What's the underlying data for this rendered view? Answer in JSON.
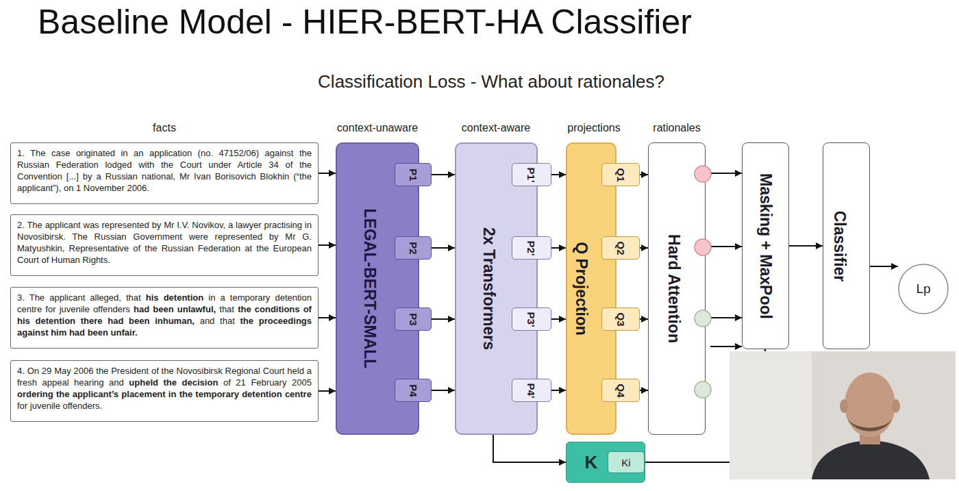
{
  "diagram": {
    "title": "Baseline Model - HIER-BERT-HA Classifier",
    "nodes": [
      {
        "text": [
          "1. The case originated in an application (no. 47152/06) against the Russian Federation lodged with the Court under Article 34 of the Convention [...] by a Russian national, Mr Ivan Borisovich Blokhin (“the applicant”), on 1 November 2006."
        ]
      },
      {
        "text": [
          "2. The applicant was represented by Mr I.V. Novikov, a lawyer practising in Novosibirsk. The Russian Government were represented by Mr G. Matyushkin, Representative of the Russian Federation at the European Court of Human Rights."
        ]
      },
      {
        "text": [
          "3. The applicant alleged, that his detention in a temporary detention centre for juvenile offenders had been unlawful, that the conditions of his detention there had been inhuman, and that the proceedings against him had been unfair."
        ]
      },
      {
        "text": [
          "4. On 29 May 2006 the President of the Novosibirsk Regional Court held a fresh appeal hearing and upheld the decision of 21 February 2005 ordering the applicant’s placement in the temporary detention centre for juvenile offenders."
        ]
      },
      {
        "text": [
          "LEGAL-BERT-SMALL"
        ]
      },
      {
        "text": [
          "P1"
        ],
        "in": 4
      },
      {
        "text": [
          "P2"
        ],
        "in": 4
      },
      {
        "text": [
          "P3"
        ],
        "in": 4
      },
      {
        "text": [
          "P4"
        ],
        "in": 4
      },
      {
        "text": [
          "2x Transformers"
        ]
      },
      {
        "text": [
          "P1'"
        ],
        "in": 9
      },
      {
        "text": [
          "P2'"
        ],
        "in": 9
      },
      {
        "text": [
          "P3'"
        ],
        "in": 9
      },
      {
        "text": [
          "P4'"
        ],
        "in": 9
      },
      {
        "text": [
          "Q Projection"
        ]
      },
      {
        "text": [
          "Q1"
        ],
        "in": 14
      },
      {
        "text": [
          "Q2"
        ],
        "in": 14
      },
      {
        "text": [
          "Q3"
        ],
        "in": 14
      },
      {
        "text": [
          "Q4"
        ],
        "in": 14
      },
      {
        "text": [
          "Hard Attention"
        ]
      },
      {
        "text": [
          "Masking + MaxPool"
        ]
      },
      {
        "text": [
          "Classifier"
        ]
      },
      {
        "text": [
          "Lp"
        ]
      },
      {
        "text": [
          "K"
        ]
      },
      {
        "text": [
          "Ki"
        ],
        "in": 23
      }
    ],
    "edges": [
      {
        "from": 0,
        "to": 4,
        "arrow": "to"
      },
      {
        "from": 1,
        "to": 4,
        "arrow": "to"
      },
      {
        "from": 2,
        "to": 4,
        "arrow": "to"
      },
      {
        "from": 3,
        "to": 4,
        "arrow": "to"
      },
      {
        "from": 5,
        "to": 9,
        "arrow": "to"
      },
      {
        "from": 6,
        "to": 9,
        "arrow": "to"
      },
      {
        "from": 7,
        "to": 9,
        "arrow": "to"
      },
      {
        "from": 8,
        "to": 9,
        "arrow": "to"
      },
      {
        "from": 10,
        "to": 14,
        "arrow": "to"
      },
      {
        "from": 11,
        "to": 14,
        "arrow": "to"
      },
      {
        "from": 12,
        "to": 14,
        "arrow": "to"
      },
      {
        "from": 13,
        "to": 14,
        "arrow": "to"
      },
      {
        "from": 15,
        "to": 19,
        "arrow": "to"
      },
      {
        "from": 16,
        "to": 19,
        "arrow": "to"
      },
      {
        "from": 17,
        "to": 19,
        "arrow": "to"
      },
      {
        "from": 18,
        "to": 19,
        "arrow": "to"
      },
      {
        "from": 19,
        "to": 20,
        "arrow": "to"
      },
      {
        "from": 19,
        "to": 20,
        "arrow": "to"
      },
      {
        "from": 19,
        "to": 20,
        "arrow": "to"
      },
      {
        "from": 19,
        "to": 20,
        "arrow": "to"
      },
      {
        "from": 20,
        "to": 21,
        "arrow": "to"
      },
      {
        "from": 21,
        "to": 22,
        "arrow": "to"
      },
      {
        "from": 9,
        "to": 23,
        "arrow": "to"
      },
      {
        "from": 24,
        "to": 20,
        "arrow": "none"
      }
    ],
    "labels": [
      "Classification Loss - What about rationales?",
      "facts",
      "context-unaware",
      "context-aware",
      "projections",
      "rationales"
    ]
  }
}
